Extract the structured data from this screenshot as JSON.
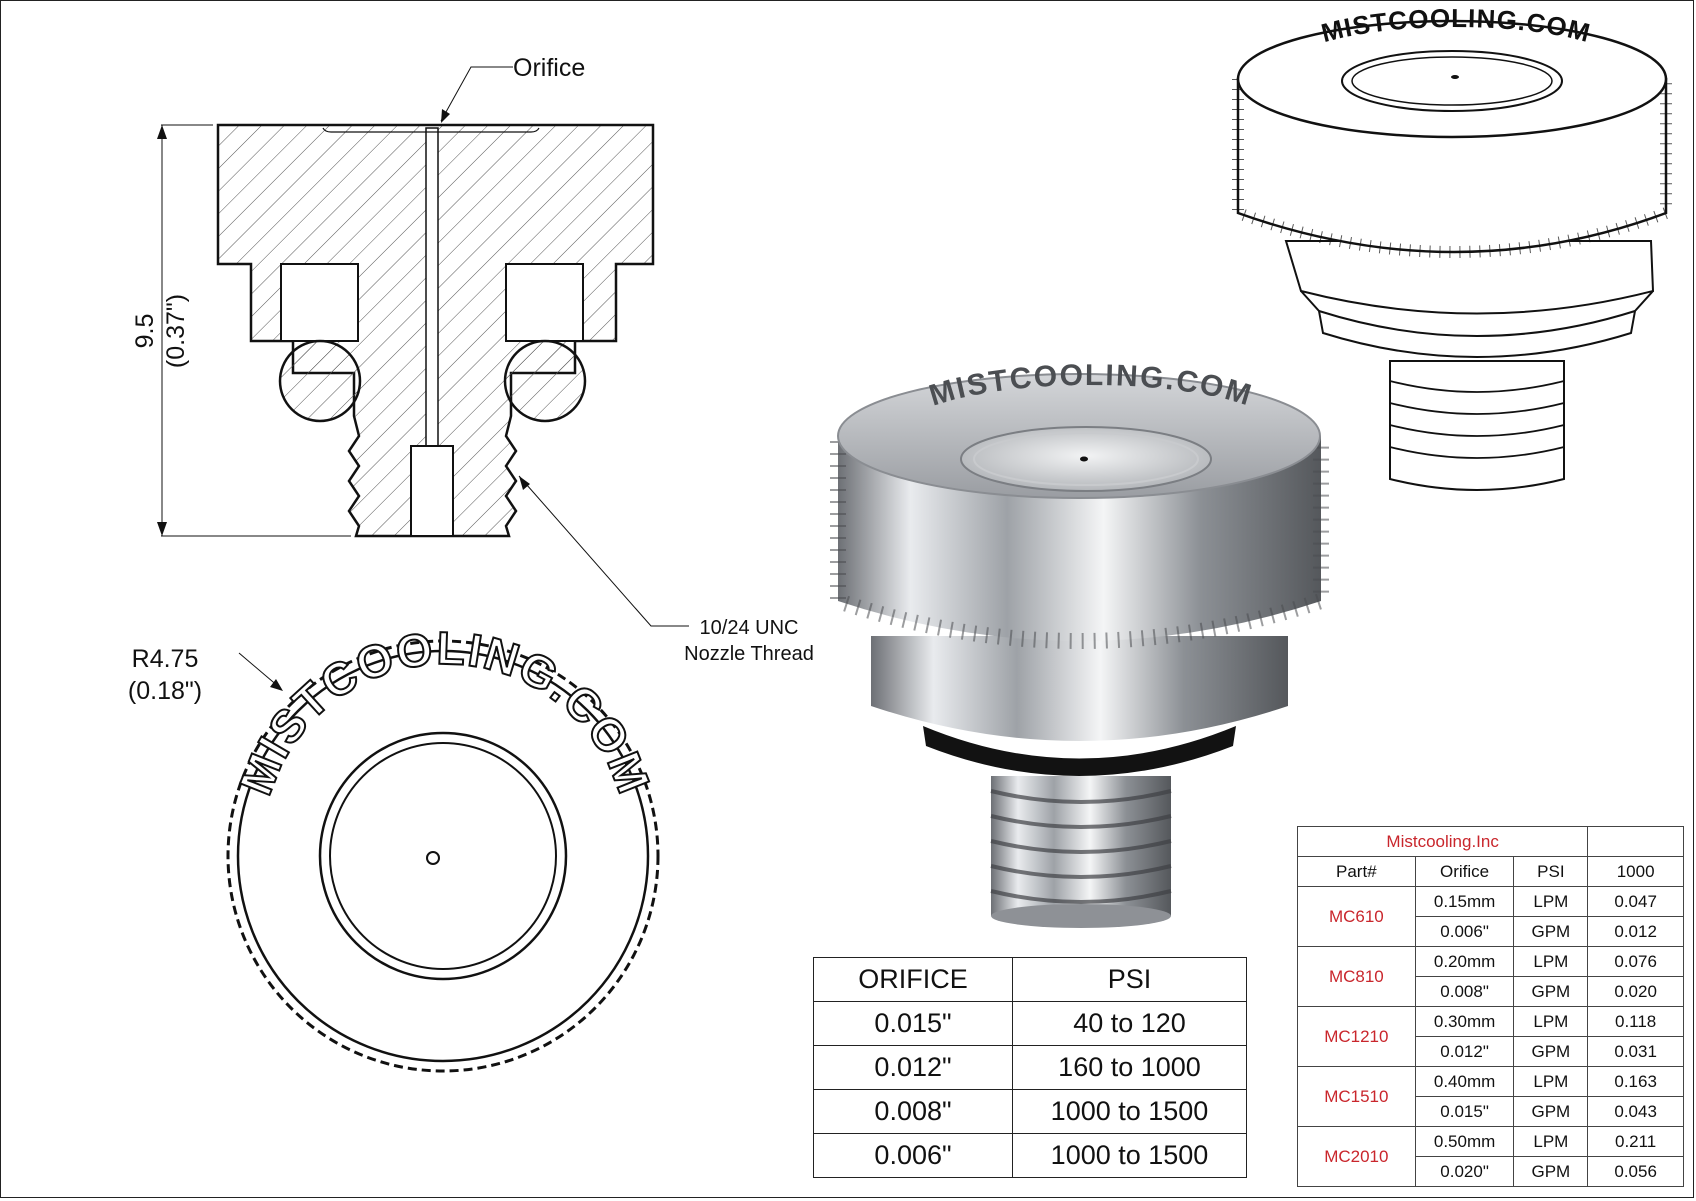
{
  "callouts": {
    "orifice": "Orifice",
    "height_mm": "9.5",
    "height_in": "(0.37\")",
    "thread_line1": "10/24 UNC",
    "thread_line2": "Nozzle Thread",
    "radius_mm": "R4.75",
    "radius_in": "(0.18\")"
  },
  "brand_text": "MISTCOOLING.COM",
  "orifice_table": {
    "headers": [
      "ORIFICE",
      "PSI"
    ],
    "rows": [
      [
        "0.015\"",
        "40 to 120"
      ],
      [
        "0.012\"",
        "160 to 1000"
      ],
      [
        "0.008\"",
        "1000 to 1500"
      ],
      [
        "0.006\"",
        "1000 to 1500"
      ]
    ]
  },
  "spec_table": {
    "company": "Mistcooling.Inc",
    "headers": [
      "Part#",
      "Orifice",
      "PSI",
      "1000"
    ],
    "parts": [
      {
        "part": "MC610",
        "rows": [
          [
            "0.15mm",
            "LPM",
            "0.047"
          ],
          [
            "0.006\"",
            "GPM",
            "0.012"
          ]
        ]
      },
      {
        "part": "MC810",
        "rows": [
          [
            "0.20mm",
            "LPM",
            "0.076"
          ],
          [
            "0.008\"",
            "GPM",
            "0.020"
          ]
        ]
      },
      {
        "part": "MC1210",
        "rows": [
          [
            "0.30mm",
            "LPM",
            "0.118"
          ],
          [
            "0.012\"",
            "GPM",
            "0.031"
          ]
        ]
      },
      {
        "part": "MC1510",
        "rows": [
          [
            "0.40mm",
            "LPM",
            "0.163"
          ],
          [
            "0.015\"",
            "GPM",
            "0.043"
          ]
        ]
      },
      {
        "part": "MC2010",
        "rows": [
          [
            "0.50mm",
            "LPM",
            "0.211"
          ],
          [
            "0.020\"",
            "GPM",
            "0.056"
          ]
        ]
      }
    ]
  },
  "colors": {
    "accent_red": "#c9262c",
    "line": "#222222",
    "steel": "#b9bcc0"
  }
}
